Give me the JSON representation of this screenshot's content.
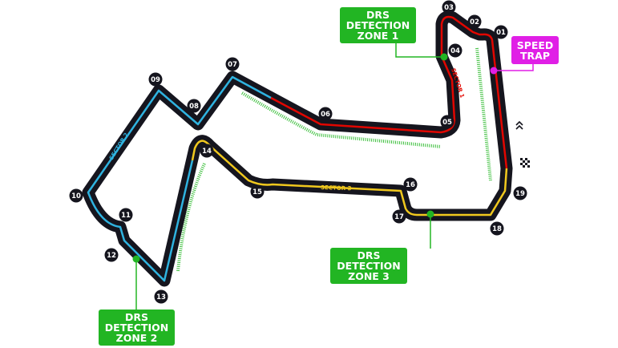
{
  "colors": {
    "track": "#15151e",
    "sector1": "#e10600",
    "sector2": "#2fb3e0",
    "sector3": "#f0c81e",
    "drs": "#22b523",
    "speed_trap": "#e01fe6",
    "pit": "#3cbf3c"
  },
  "turns": [
    "01",
    "02",
    "03",
    "04",
    "05",
    "06",
    "07",
    "08",
    "09",
    "10",
    "11",
    "12",
    "13",
    "14",
    "15",
    "16",
    "17",
    "18",
    "19"
  ],
  "sectors": {
    "s1": "SECTOR 1",
    "s2": "SECTOR 2",
    "s3": "SECTOR 3"
  },
  "callouts": {
    "drs1": [
      "DRS",
      "DETECTION",
      "ZONE 1"
    ],
    "drs2": [
      "DRS",
      "DETECTION",
      "ZONE 2"
    ],
    "drs3": [
      "DRS",
      "DETECTION",
      "ZONE 3"
    ],
    "speed_trap": [
      "SPEED",
      "TRAP"
    ]
  },
  "icons": {
    "direction": "double-chevron-up-icon",
    "finish": "chequered-flag-icon"
  }
}
